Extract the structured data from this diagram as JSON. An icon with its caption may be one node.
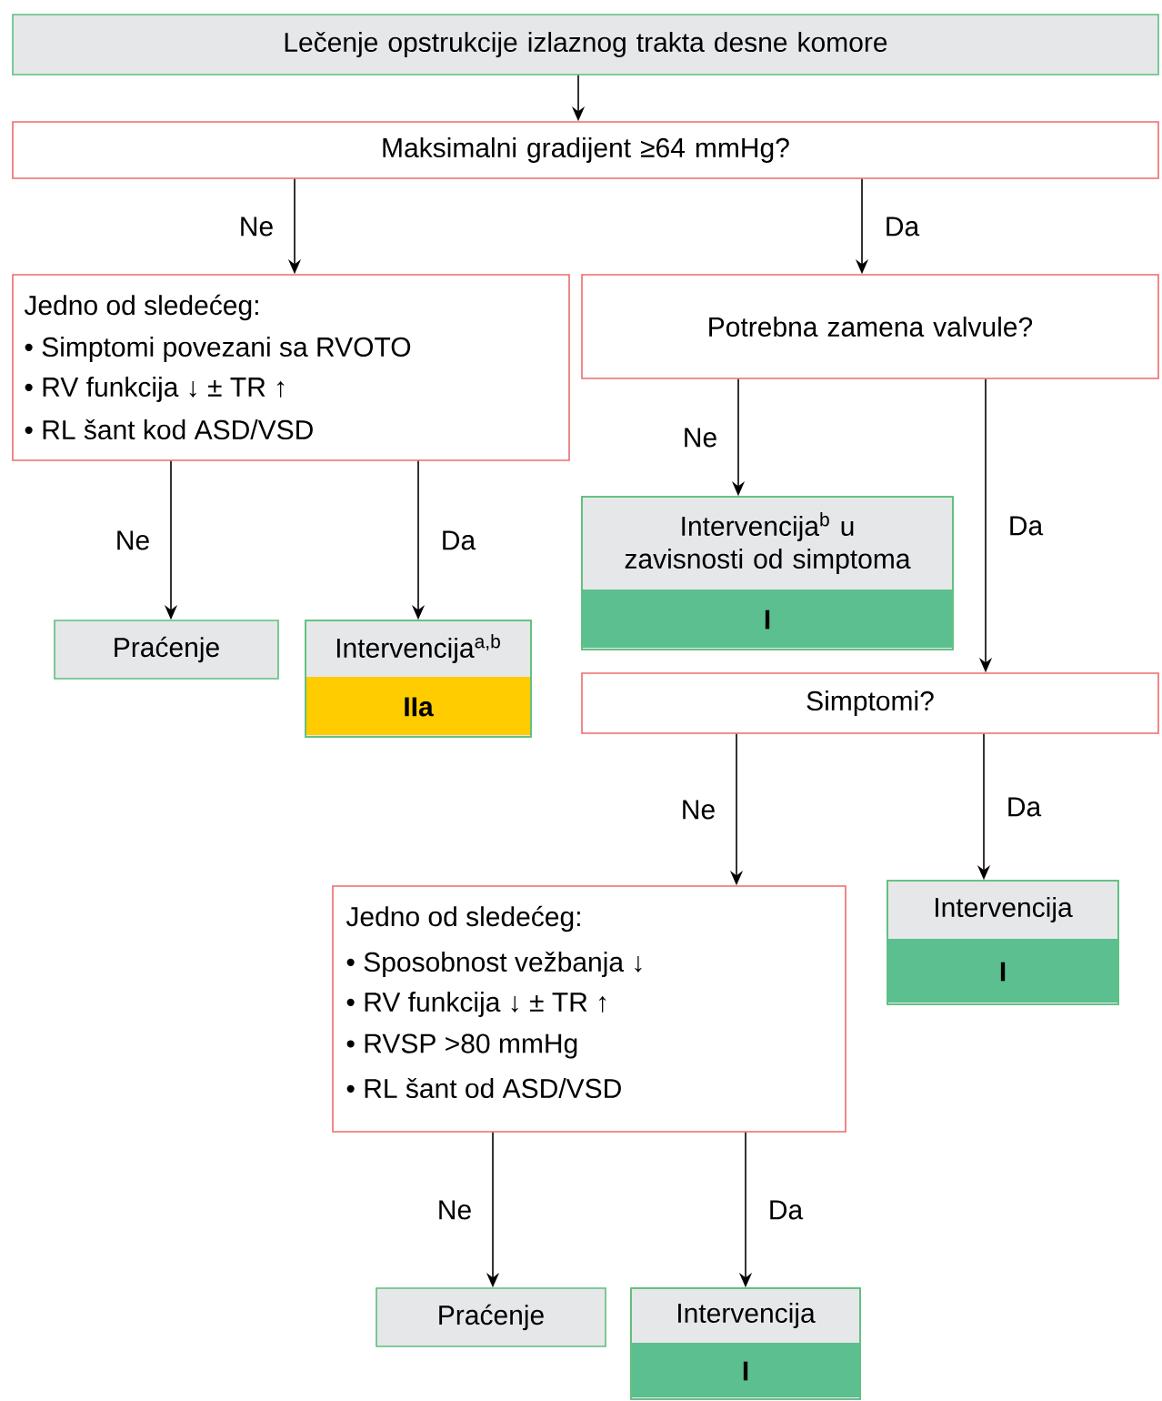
{
  "diagram": {
    "nodes": [
      {
        "text": [
          "Lečenje opstrukcije izlaznog trakta desne komore"
        ]
      },
      {
        "text": [
          "Maksimalni gradijent ≥64 mmHg?"
        ]
      },
      {
        "text": [
          "Jedno od sledećeg:",
          "• Simptomi povezani sa RVOTO",
          "• RV funkcija ↓ ± TR ↑",
          "• RL šant kod ASD/VSD"
        ]
      },
      {
        "text": [
          "Potrebna zamena valvule?"
        ]
      },
      {
        "text": [
          "Praćenje"
        ]
      },
      {
        "text": [
          "Intervencija$^{a,b}$",
          "IIa"
        ]
      },
      {
        "text": [
          "Intervencija$^{b}$ u zavisnosti od simptoma",
          "I"
        ]
      },
      {
        "text": [
          "Simptomi?"
        ]
      },
      {
        "text": [
          "Jedno od sledećeg:",
          "• Sposobnost vežbanja ↓",
          "• RV funkcija ↓ ± TR ↑",
          "• RVSP >80 mmHg",
          "• RL šant od ASD/VSD"
        ]
      },
      {
        "text": [
          "Intervencija",
          "I"
        ]
      },
      {
        "text": [
          "Praćenje"
        ]
      },
      {
        "text": [
          "Intervencija",
          "I"
        ]
      }
    ],
    "edges": [
      {
        "from": 0,
        "to": 1,
        "arrow": "to"
      },
      {
        "from": 1,
        "to": 2,
        "arrow": "to",
        "label": "Ne"
      },
      {
        "from": 1,
        "to": 3,
        "arrow": "to",
        "label": "Da"
      },
      {
        "from": 2,
        "to": 4,
        "arrow": "to",
        "label": "Ne"
      },
      {
        "from": 2,
        "to": 5,
        "arrow": "to",
        "label": "Da"
      },
      {
        "from": 3,
        "to": 6,
        "arrow": "to",
        "label": "Ne"
      },
      {
        "from": 3,
        "to": 7,
        "arrow": "to",
        "label": "Da"
      },
      {
        "from": 7,
        "to": 8,
        "arrow": "to",
        "label": "Ne"
      },
      {
        "from": 7,
        "to": 9,
        "arrow": "to",
        "label": "Da"
      },
      {
        "from": 8,
        "to": 10,
        "arrow": "to",
        "label": "Ne"
      },
      {
        "from": 8,
        "to": 11,
        "arrow": "to",
        "label": "Da"
      }
    ]
  }
}
